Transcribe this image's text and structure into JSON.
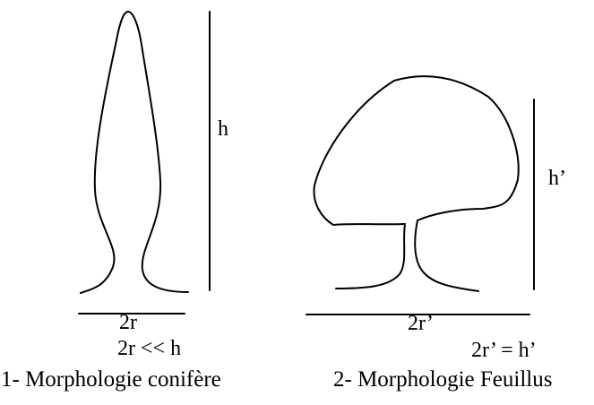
{
  "labels": {
    "conifer": {
      "height": "h",
      "width": "2r",
      "relation": "2r << h",
      "caption": "1- Morphologie conifère"
    },
    "deciduous": {
      "height": "h’",
      "width": "2r’",
      "relation": "2r’ = h’",
      "caption": "2- Morphologie Feuillus"
    }
  },
  "colors": {
    "stroke": "#000000",
    "background": "#ffffff"
  }
}
